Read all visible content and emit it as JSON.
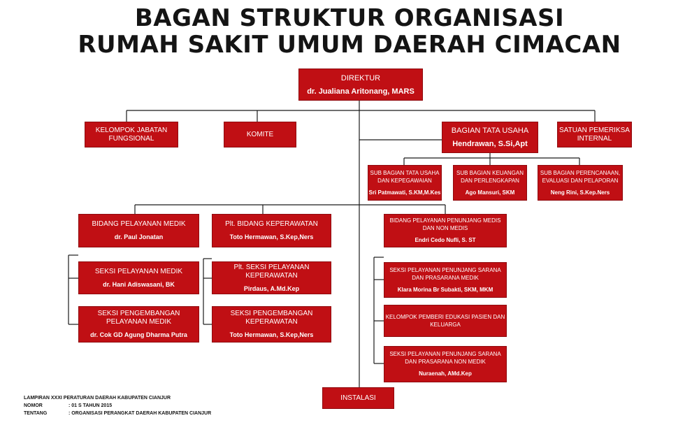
{
  "title": {
    "line1": "BAGAN STRUKTUR ORGANISASI",
    "line2": "RUMAH SAKIT UMUM DAERAH CIMACAN"
  },
  "colors": {
    "box": "#c00f14",
    "line": "#1a1a1a",
    "text": "#ffffff"
  },
  "direktur": {
    "label": "DIREKTUR",
    "name": "dr. Jualiana Aritonang, MARS"
  },
  "kelompok_jabatan_fungsional": {
    "label": "KELOMPOK JABATAN FUNGSIONAL"
  },
  "komite": {
    "label": "KOMITE"
  },
  "bagian_tata_usaha": {
    "label": "BAGIAN TATA USAHA",
    "name": "Hendrawan, S.Si,Apt"
  },
  "satuan_pemeriksa_internal": {
    "label": "SATUAN PEMERIKSA INTERNAL"
  },
  "sub_bagian": [
    {
      "label": "SUB BAGIAN TATA USAHA DAN KEPEGAWAIAN",
      "name": "Sri Patmawati, S.KM,M.Kes"
    },
    {
      "label": "SUB BAGIAN KEUANGAN DAN PERLENGKAPAN",
      "name": "Ago Mansuri, SKM"
    },
    {
      "label": "SUB BAGIAN PERENCANAAN, EVALUASI DAN PELAPORAN",
      "name": "Neng Rini, S.Kep.Ners"
    }
  ],
  "bidang_pelayanan_medik": {
    "label": "BIDANG PELAYANAN MEDIK",
    "name": "dr. Paul Jonatan",
    "seksi": [
      {
        "label": "SEKSI  PELAYANAN MEDIK",
        "name": "dr. Hani Adiswasani, BK"
      },
      {
        "label": "SEKSI PENGEMBANGAN PELAYANAN MEDIK",
        "name": "dr. Cok GD Agung Dharma Putra"
      }
    ]
  },
  "bidang_keperawatan": {
    "label": "Plt. BIDANG KEPERAWATAN",
    "name": "Toto Hermawan, S.Kep,Ners",
    "seksi": [
      {
        "label": "Plt. SEKSI PELAYANAN KEPERAWATAN",
        "name": "Pirdaus, A.Md.Kep"
      },
      {
        "label": "SEKSI PENGEMBANGAN KEPERAWATAN",
        "name": "Toto Hermawan, S.Kep,Ners"
      }
    ]
  },
  "bidang_penunjang": {
    "label": "BIDANG PELAYANAN PENUNJANG MEDIS DAN NON MEDIS",
    "name": "Endri Cedo Nufli, S. ST",
    "seksi": [
      {
        "label": "SEKSI PELAYANAN PENUNJANG SARANA DAN PRASARANA MEDIK",
        "name": "Klara Morina Br Subakti, SKM, MKM"
      },
      {
        "label": "KELOMPOK PEMBERI EDUKASI PASIEN DAN KELUARGA",
        "name": ""
      },
      {
        "label": "SEKSI PELAYANAN PENUNJANG SARANA DAN PRASARANA NON MEDIK",
        "name": "Nuraenah, AMd.Kep"
      }
    ]
  },
  "instalasi": {
    "label": "INSTALASI"
  },
  "footer": {
    "lampiran": "LAMPIRAN XXXI PERATURAN DAERAH KABUPATEN CIANJUR",
    "nomor_key": "NOMOR",
    "nomor_val": ": 01 S TAHUN 2015",
    "tentang_key": "TENTANG",
    "tentang_val": ": ORGANISASI PERANGKAT DAERAH KABUPATEN CIANJUR"
  }
}
